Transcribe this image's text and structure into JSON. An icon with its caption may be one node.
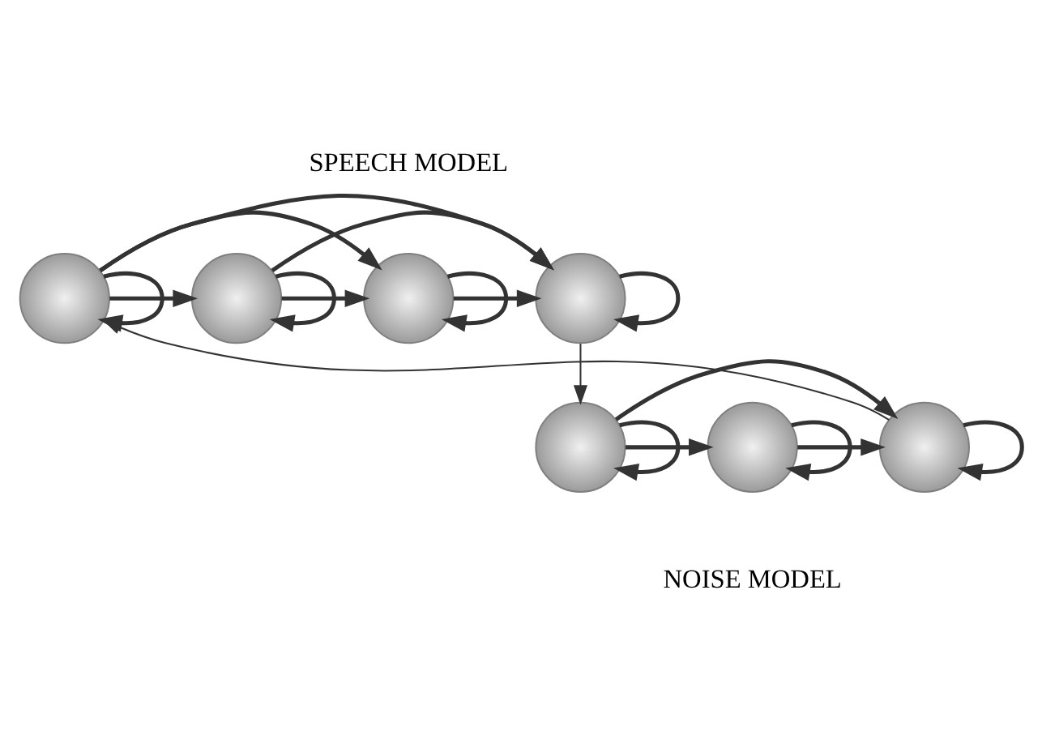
{
  "diagram": {
    "nodes": [
      {
        "text": [],
        "shape": "circle"
      },
      {
        "text": [],
        "shape": "circle"
      },
      {
        "text": [],
        "shape": "circle"
      },
      {
        "text": [],
        "shape": "circle"
      },
      {
        "text": [],
        "shape": "circle"
      },
      {
        "text": [],
        "shape": "circle"
      },
      {
        "text": [],
        "shape": "circle"
      }
    ],
    "edges": [
      {
        "from": 0,
        "to": 0,
        "arrow": "to"
      },
      {
        "from": 1,
        "to": 1,
        "arrow": "to"
      },
      {
        "from": 2,
        "to": 2,
        "arrow": "to"
      },
      {
        "from": 3,
        "to": 3,
        "arrow": "to"
      },
      {
        "from": 0,
        "to": 1,
        "arrow": "to"
      },
      {
        "from": 1,
        "to": 2,
        "arrow": "to"
      },
      {
        "from": 2,
        "to": 3,
        "arrow": "to"
      },
      {
        "from": 0,
        "to": 2,
        "arrow": "to"
      },
      {
        "from": 1,
        "to": 3,
        "arrow": "to"
      },
      {
        "from": 0,
        "to": 3,
        "arrow": "to"
      },
      {
        "from": 3,
        "to": 4,
        "arrow": "to"
      },
      {
        "from": 6,
        "to": 0,
        "arrow": "to"
      },
      {
        "from": 4,
        "to": 4,
        "arrow": "to"
      },
      {
        "from": 5,
        "to": 5,
        "arrow": "to"
      },
      {
        "from": 6,
        "to": 6,
        "arrow": "to"
      },
      {
        "from": 4,
        "to": 5,
        "arrow": "to"
      },
      {
        "from": 5,
        "to": 6,
        "arrow": "to"
      },
      {
        "from": 4,
        "to": 6,
        "arrow": "to"
      }
    ],
    "labels": [
      "SPEECH MODEL",
      "NOISE MODEL"
    ]
  }
}
